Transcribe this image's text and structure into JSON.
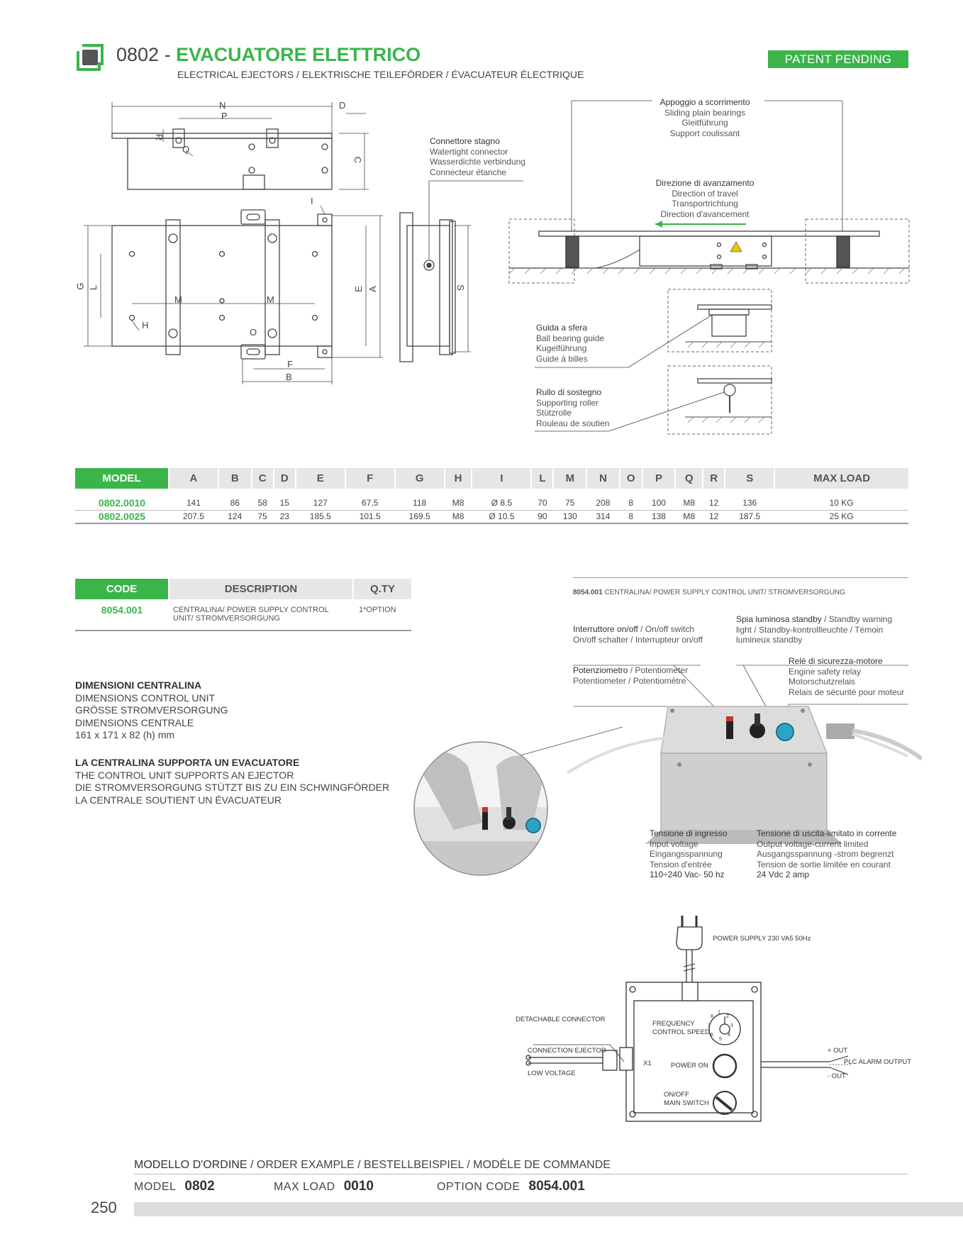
{
  "header": {
    "code": "0802",
    "separator": " - ",
    "title": "EVACUATORE ELETTRICO",
    "subtitle": "ELECTRICAL EJECTORS / ELEKTRISCHE TEILEFÖRDER / ÉVACUATEUR ÉLECTRIQUE",
    "badge": "PATENT PENDING",
    "accent_color": "#3bb54a"
  },
  "drawing": {
    "dims": {
      "N": "N",
      "D": "D",
      "P": "P",
      "R": "R",
      "Q": "Q",
      "C": "C",
      "I": "I",
      "G": "G",
      "L": "L",
      "M": "M",
      "H": "H",
      "O": "O",
      "E": "E",
      "A": "A",
      "F": "F",
      "B": "B",
      "S": "S"
    },
    "connector": [
      "Connettore stagno",
      "Watertight connector",
      "Wasserdichte verbindung",
      "Connecteur étanche"
    ],
    "bearings": [
      "Appoggio a scorrimento",
      "Sliding plain bearings",
      "Gleitführung",
      "Support coulissant"
    ],
    "direction": [
      "Direzione di avanzamento",
      "Direction of travel",
      "Transportrichtung",
      "Direction d'avancement"
    ],
    "ball_guide": [
      "Guida a sfera",
      "Ball bearing guide",
      "Kugelführung",
      "Guide à billes"
    ],
    "roller": [
      "Rullo di sostegno",
      "Supporting roller",
      "Stützrolle",
      "Rouleau de soutien"
    ]
  },
  "model_table": {
    "headers": [
      "MODEL",
      "A",
      "B",
      "C",
      "D",
      "E",
      "F",
      "G",
      "H",
      "I",
      "L",
      "M",
      "N",
      "O",
      "P",
      "Q",
      "R",
      "S",
      "MAX LOAD"
    ],
    "rows": [
      [
        "0802.0010",
        "141",
        "86",
        "58",
        "15",
        "127",
        "67,5",
        "118",
        "M8",
        "Ø 8.5",
        "70",
        "75",
        "208",
        "8",
        "100",
        "M8",
        "12",
        "136",
        "10 KG"
      ],
      [
        "0802.0025",
        "207.5",
        "124",
        "75",
        "23",
        "185.5",
        "101.5",
        "169.5",
        "M8",
        "Ø 10.5",
        "90",
        "130",
        "314",
        "8",
        "138",
        "M8",
        "12",
        "187.5",
        "25 KG"
      ]
    ]
  },
  "code_table": {
    "headers": [
      "CODE",
      "DESCRIPTION",
      "Q.TY"
    ],
    "row": {
      "code": "8054.001",
      "description": "CENTRALINA/ POWER SUPPLY CONTROL UNIT/ STROMVERSORGUNG",
      "qty": "1*OPTION"
    }
  },
  "control_info": {
    "dims_title": "DIMENSIONI CENTRALINA",
    "dims_lines": [
      "DIMENSIONS CONTROL UNIT",
      "GRÖSSE STROMVERSORGUNG",
      "DIMENSIONS CENTRALE",
      "161 x 171 x 82 (h) mm"
    ],
    "support_title": "LA CENTRALINA SUPPORTA UN EVACUATORE",
    "support_lines": [
      "THE CONTROL UNIT SUPPORTS AN EJECTOR",
      "DIE STROMVERSORGUNG STÜTZT BIS ZU EIN SCHWINGFÖRDER",
      "LA CENTRALE SOUTIENT UN ÉVACUATEUR"
    ]
  },
  "unit_photo": {
    "caption_code": "8054.001",
    "caption_text": " CENTRALINA/ POWER SUPPLY CONTROL UNIT/ STROMVERSORGUNG",
    "switch": {
      "h": "Interruttore on/off",
      "t": " / On/off switch",
      "l2": "On/off schalter / Interrupteur on/off"
    },
    "standby": {
      "h": "Spia luminosa standby",
      "t": " / Standby warning",
      "l2": "light / Standby-kontrollleuchte / Témoin",
      "l3": "lumineux standby"
    },
    "pot": {
      "h": "Potenziometro",
      "t": " / Potentiometer",
      "l2": "Potentiometer / Potentiomètre"
    },
    "relay": [
      "Relè di sicurezza-motore",
      "Engine safety relay",
      "Motorschutzrelais",
      "Relais de sécurité pour moteur"
    ],
    "input": [
      "Tensione di ingresso",
      "Input voltage",
      "Eingangsspannung",
      "Tension d'entrée",
      "110÷240 Vac- 50 hz"
    ],
    "output": [
      "Tensione di uscita-limitato in corrente",
      "Output voltage-current limited",
      "Ausgangsspannung -strom begrenzt",
      "Tension de sortie limitée en courant",
      "24 Vdc 2 amp"
    ]
  },
  "wiring": {
    "power_supply": "POWER SUPPLY 230 VA5 50Hz",
    "detachable": "DETACHABLE CONNECTOR",
    "conn_ejector": "CONNECTION EJECTOR",
    "low_voltage": "LOW VOLTAGE",
    "x1": "X1",
    "frequency": "FREQUENCY",
    "control_speed": "CONTROL SPEED",
    "power_on": "POWER ON",
    "onoff": "ON/OFF",
    "main_switch": "MAIN SWITCH",
    "plus_out": "+ OUT",
    "plc": "PLC ALARM OUTPUT",
    "minus_out": "- OUT",
    "dial": [
      "1",
      "2",
      "3",
      "4",
      "5",
      "6",
      "7",
      "8"
    ]
  },
  "order": {
    "title": "MODELLO D'ORDINE",
    "title_rest": " / ORDER EXAMPLE / BESTELLBEISPIEL / MODÈLE DE COMMANDE",
    "model_label": "MODEL",
    "model_value": "0802",
    "load_label": "MAX LOAD",
    "load_value": "0010",
    "option_label": "OPTION CODE",
    "option_value": "8054.001"
  },
  "page_number": "250"
}
